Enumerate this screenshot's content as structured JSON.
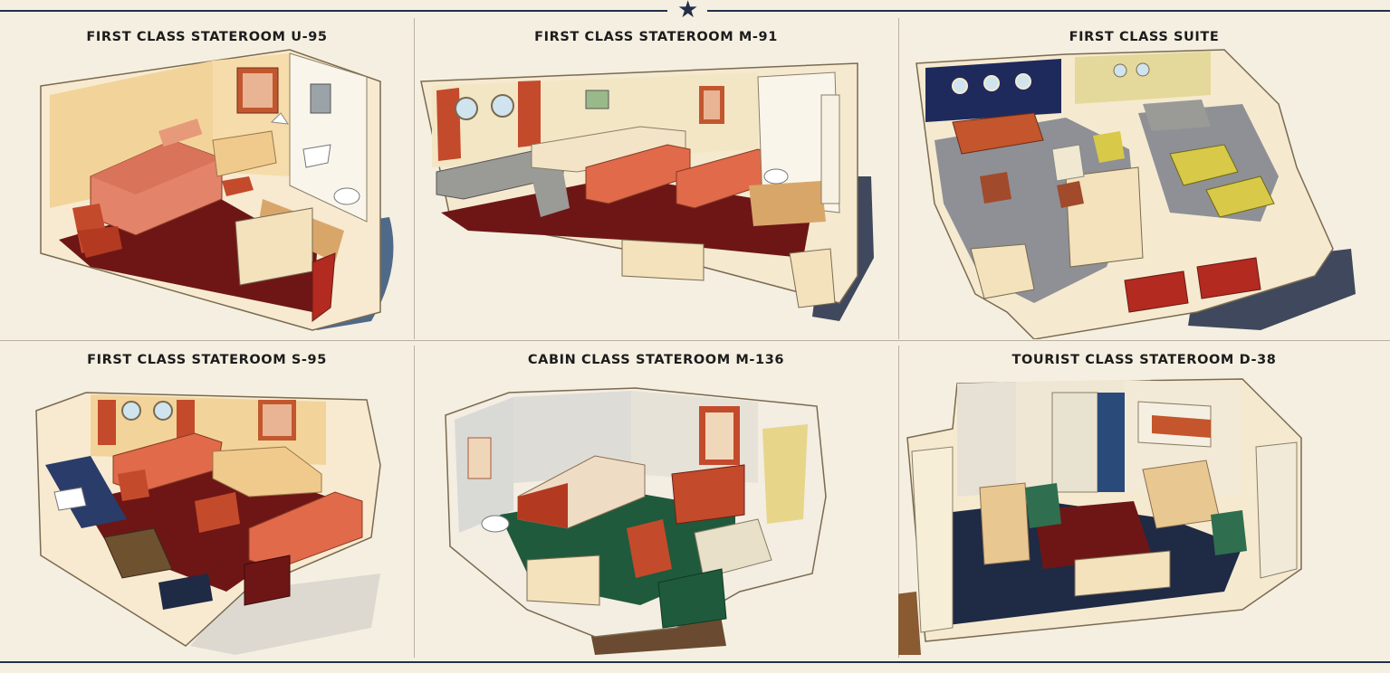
{
  "panels": [
    {
      "title": "FIRST CLASS STATEROOM U-95"
    },
    {
      "title": "FIRST CLASS STATEROOM M-91"
    },
    {
      "title": "FIRST CLASS SUITE"
    },
    {
      "title": "FIRST CLASS STATEROOM S-95"
    },
    {
      "title": "CABIN CLASS STATEROOM M-136"
    },
    {
      "title": "TOURIST CLASS STATEROOM D-38"
    }
  ],
  "decor": {
    "star_icon": "star-icon"
  },
  "colors": {
    "rule": "#22304a",
    "background": "#f5efe1",
    "wall": "#f2e3c2",
    "carpet_red": "#6e1616",
    "carpet_green": "#1f5a3c",
    "floor_grey": "#8e9095",
    "floor_navy": "#1f2a44",
    "upholstery_red": "#c44a2c",
    "upholstery_green": "#2f6e4e",
    "suite_yellow": "#d8c948",
    "shadow_blue": "#3d5a80"
  }
}
